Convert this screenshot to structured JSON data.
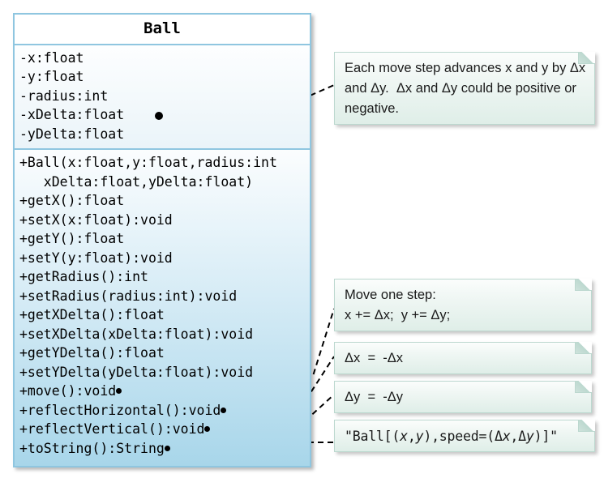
{
  "diagram": {
    "type": "uml-class-diagram",
    "class": {
      "name": "Ball",
      "attributes": [
        "-x:float",
        "-y:float",
        "-radius:int",
        "-xDelta:float",
        "-yDelta:float"
      ],
      "operations": [
        "+Ball(x:float,y:float,radius:int",
        "   xDelta:float,yDelta:float)",
        "+getX():float",
        "+setX(x:float):void",
        "+getY():float",
        "+setY(y:float):void",
        "+getRadius():int",
        "+setRadius(radius:int):void",
        "+getXDelta():float",
        "+setXDelta(xDelta:float):void",
        "+getYDelta():float",
        "+setYDelta(yDelta:float):void",
        "+move():void",
        "+reflectHorizontal():void",
        "+reflectVertical():void",
        "+toString():String"
      ]
    },
    "notes": {
      "delta": "Each move step advances x and y by Δx and Δy.  Δx and Δy could be positive or negative.",
      "move_line1": "Move one step:",
      "move_line2": "x += Δx;  y += Δy;",
      "reflect_horizontal": "Δx  =  -Δx",
      "reflect_vertical": "Δy  =  -Δy",
      "tostring_prefix": "\"Ball[(",
      "tostring_x": "x",
      "tostring_mid1": ",",
      "tostring_y": "y",
      "tostring_mid2": "),speed=(Δ",
      "tostring_x2": "x",
      "tostring_mid3": ",Δ",
      "tostring_y2": "y",
      "tostring_suffix": ")]\""
    },
    "colors": {
      "class_border": "#8fc6e0",
      "class_ops_fill": "#a8d6ea",
      "note_border": "#bcd8cf",
      "note_fill": "#dfeee8",
      "connector": "#000000",
      "text": "#000000"
    }
  }
}
